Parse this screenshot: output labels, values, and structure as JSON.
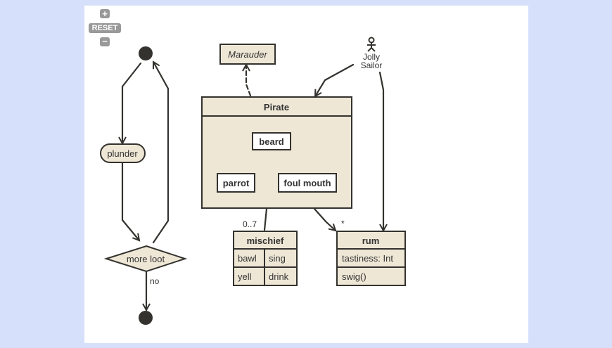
{
  "canvas_bg": "#ffffff",
  "colors": {
    "fill": "#efe7d6",
    "stroke": "#33322e",
    "text": "#333333",
    "button": "#999999"
  },
  "controls": {
    "zoom_in": "+",
    "reset": "RESET",
    "zoom_out": "−"
  },
  "activity": {
    "plunder": "plunder",
    "decision": "more loot",
    "guard_no": "no"
  },
  "marauder": {
    "name": "Marauder"
  },
  "actor": {
    "name_line1": "Jolly",
    "name_line2": "Sailor"
  },
  "pirate": {
    "title": "Pirate",
    "inner": {
      "beard": "beard",
      "parrot": "parrot",
      "foul_mouth": "foul mouth"
    }
  },
  "association_labels": {
    "mischief_multiplicity": "0..7",
    "rum_multiplicity": "*"
  },
  "mischief": {
    "title": "mischief",
    "rows": [
      [
        "bawl",
        "sing"
      ],
      [
        "yell",
        "drink"
      ]
    ]
  },
  "rum": {
    "title": "rum",
    "attribute": "tastiness: Int",
    "method": "swig()"
  }
}
